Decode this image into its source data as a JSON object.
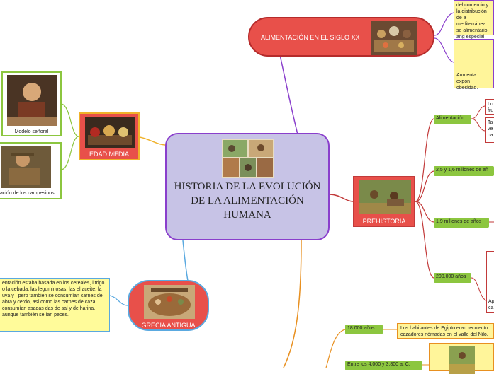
{
  "central": {
    "title": "HISTORIA DE LA EVOLUCIÓN DE LA ALIMENTACIÓN HUMANA"
  },
  "siglo_xx": {
    "label": "ALIMENTACIÓN EN EL SIGLO XX",
    "note1": "del comercio y la distribución de a mediterránea se alimentario ang especial en jóve",
    "note2": "Aumenta expon obesidad."
  },
  "edad_media": {
    "label": "EDAD MEDIA",
    "child1": "Modelo señoral",
    "child2": "ación de los campesinos"
  },
  "prehistoria": {
    "label": "PREHISTORIA",
    "alimentacion": "Alimentación",
    "note_lo": "Lo fru",
    "note_ta": "Ta ve ca",
    "millones_25": "2,5 y 1,6 millones de añ",
    "millones_19": "1,9 millones de años",
    "anos_200000": "200.000 años",
    "note_ap": "Ap ca"
  },
  "grecia": {
    "label": "GRECIA ANTIGUA",
    "note": "entación estaba basada en los cereales, l trigo o la cebada, las leguminosas, las el aceite, la uva y , pero también se consumían carnes de abra y cerdo, así como las carnes de caza, consumían asadas das de sal y de harina, aunque también se ían peces."
  },
  "egipto": {
    "date1": "18.000 años",
    "text1": "Los habitantes de Egipto eran recolecto cazadores nómadas en el valle del Nilo.",
    "date2": "Entre los 4.000 y 3.800 a. C."
  },
  "colors": {
    "purple": "#8a3fcc",
    "red": "#e8504a",
    "green": "#8cc63f",
    "orange": "#f0b22a",
    "blue": "#5aa9e0"
  }
}
